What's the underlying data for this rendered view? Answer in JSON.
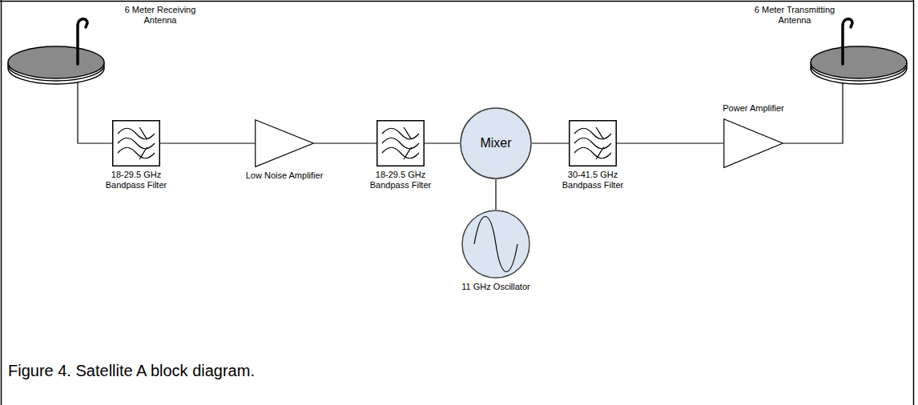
{
  "diagram": {
    "caption": "Figure 4. Satellite A block diagram.",
    "nodes": [
      {
        "text": [
          "6 Meter Receiving Antenna"
        ]
      },
      {
        "text": [
          "18-29.5 GHz Bandpass Filter"
        ]
      },
      {
        "text": [
          "Low Noise Amplifier"
        ]
      },
      {
        "text": [
          "18-29.5 GHz Bandpass Filter"
        ]
      },
      {
        "text": [
          "Mixer"
        ]
      },
      {
        "text": [
          "30-41.5 GHz Bandpass Filter"
        ]
      },
      {
        "text": [
          "Power Amplifier"
        ]
      },
      {
        "text": [
          "6 Meter Transmitting Antenna"
        ]
      },
      {
        "text": [
          "11 GHz Oscillator"
        ]
      }
    ],
    "edges": [
      {
        "from": 0,
        "to": 1,
        "arrow": "none"
      },
      {
        "from": 1,
        "to": 2,
        "arrow": "none"
      },
      {
        "from": 2,
        "to": 3,
        "arrow": "none"
      },
      {
        "from": 3,
        "to": 4,
        "arrow": "none"
      },
      {
        "from": 4,
        "to": 5,
        "arrow": "none"
      },
      {
        "from": 5,
        "to": 6,
        "arrow": "none"
      },
      {
        "from": 6,
        "to": 7,
        "arrow": "none"
      },
      {
        "from": 4,
        "to": 8,
        "arrow": "none"
      }
    ]
  }
}
